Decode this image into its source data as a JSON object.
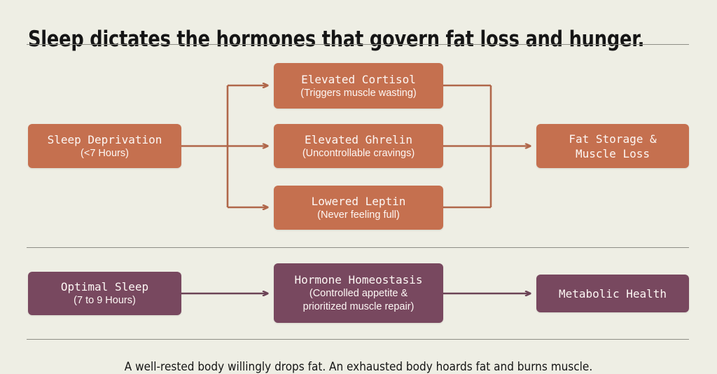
{
  "title": "Sleep dictates the hormones that govern fat loss and hunger.",
  "footer": "A well-rested body willingly drops fat. An exhausted body hoards fat and burns muscle.",
  "colors": {
    "background": "#eeeee4",
    "warm_accent": "#c5704f",
    "cool_accent": "#78485f",
    "rule": "#8e8e86",
    "text_dark": "#151515",
    "text_on_box": "#fdf7f4"
  },
  "diagram": {
    "deprivation_track": {
      "source": {
        "title": "Sleep Deprivation",
        "subtitle": "(<7 Hours)"
      },
      "effects": [
        {
          "title": "Elevated Cortisol",
          "subtitle": "(Triggers muscle wasting)"
        },
        {
          "title": "Elevated Ghrelin",
          "subtitle": "(Uncontrollable cravings)"
        },
        {
          "title": "Lowered Leptin",
          "subtitle": "(Never feeling full)"
        }
      ],
      "outcome": {
        "title": "Fat Storage &",
        "subtitle": "Muscle Loss"
      }
    },
    "optimal_track": {
      "source": {
        "title": "Optimal Sleep",
        "subtitle": "(7 to 9 Hours)"
      },
      "effect": {
        "title": "Hormone Homeostasis",
        "subtitle": "(Controlled appetite &",
        "subtitle2": "prioritized muscle repair)"
      },
      "outcome": {
        "title": "Metabolic Health",
        "subtitle": ""
      }
    }
  }
}
